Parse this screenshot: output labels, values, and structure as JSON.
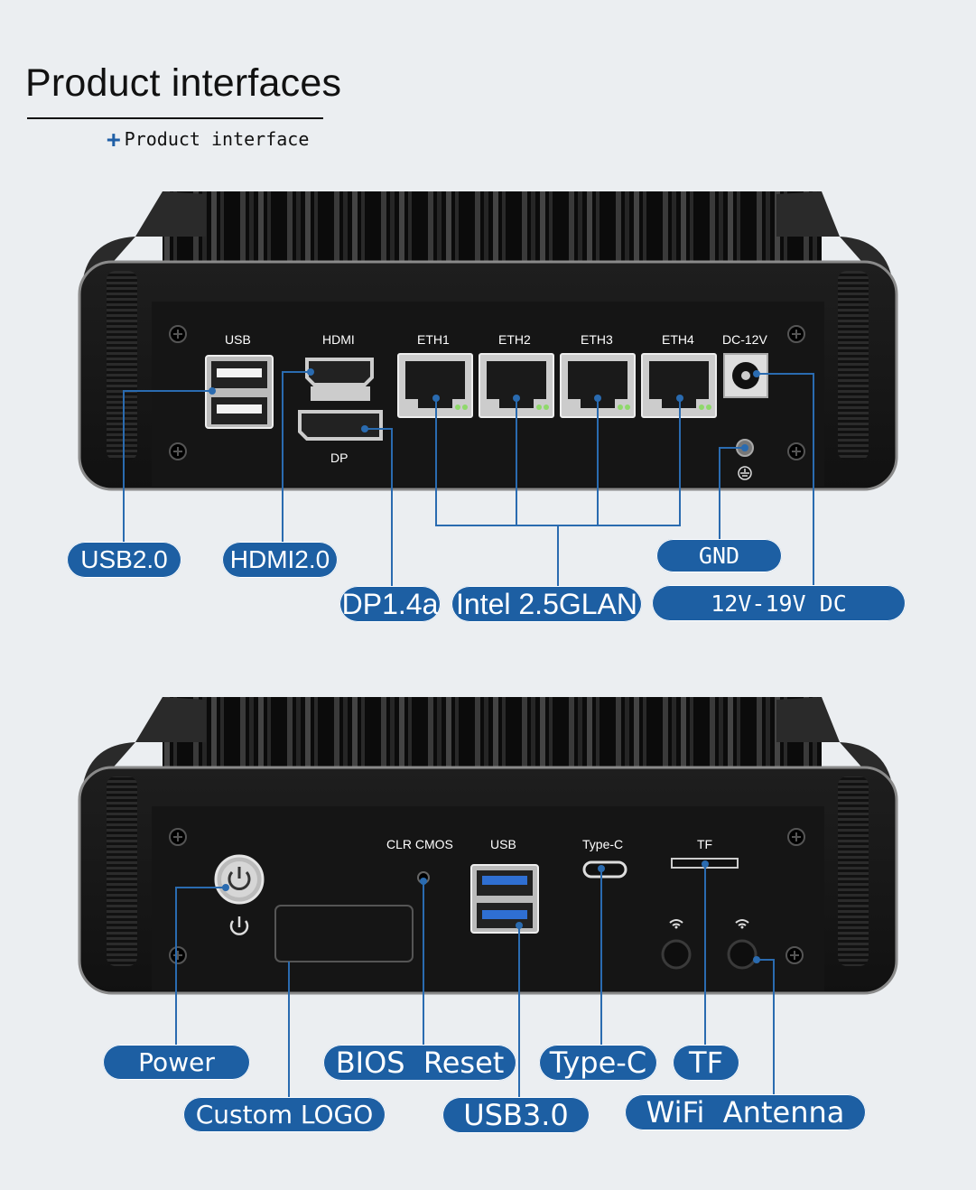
{
  "header": {
    "title": "Product interfaces",
    "subtitle_plus": "+",
    "subtitle": "Product interface"
  },
  "colors": {
    "accent": "#1d5fa3",
    "background": "#ebeef1",
    "device_body": "#141414",
    "metal": "#9a9a9a"
  },
  "rear_panel": {
    "port_labels": {
      "usb": "USB",
      "hdmi": "HDMI",
      "dp": "DP",
      "eth1": "ETH1",
      "eth2": "ETH2",
      "eth3": "ETH3",
      "eth4": "ETH4",
      "dc": "DC-12V"
    },
    "callouts": {
      "usb": "USB2.0",
      "hdmi": "HDMI2.0",
      "dp": "DP1.4a",
      "lan": "Intel 2.5GLAN",
      "gnd": "GND",
      "dc": "12V-19V DC"
    }
  },
  "front_panel": {
    "port_labels": {
      "clr_cmos": "CLR CMOS",
      "usb": "USB",
      "type_c": "Type-C",
      "tf": "TF"
    },
    "callouts": {
      "power": "Power",
      "logo": "Custom LOGO",
      "bios": "BIOS  Reset",
      "usb": "USB3.0",
      "type_c": "Type-C",
      "tf": "TF",
      "wifi": "WiFi  Antenna"
    }
  }
}
